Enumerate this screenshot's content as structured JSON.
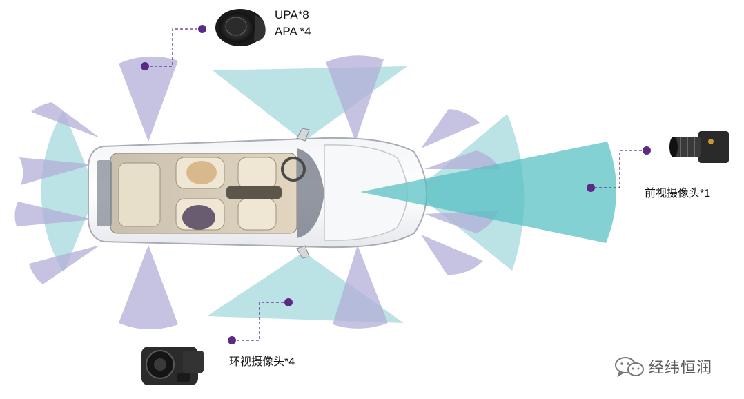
{
  "labels": {
    "upa": "UPA*8",
    "apa": "APA *4",
    "front_camera": "前视摄像头*1",
    "surround_camera": "环视摄像头*4"
  },
  "watermark": {
    "text": "经纬恒润",
    "icon": "wechat-icon"
  },
  "colors": {
    "ultrasonic_zone": "#b3aed8",
    "camera_zone": "#8ecfd2",
    "front_camera_zone": "#54bfc4",
    "marker": "#5b2a86",
    "leader_line": "#5b2a86"
  },
  "components": [
    {
      "name": "ultrasonic-sensor",
      "icon": "ultrasonic-sensor-icon"
    },
    {
      "name": "front-camera",
      "icon": "front-camera-icon"
    },
    {
      "name": "surround-camera",
      "icon": "surround-camera-icon"
    },
    {
      "name": "vehicle",
      "icon": "car-top-view"
    }
  ]
}
